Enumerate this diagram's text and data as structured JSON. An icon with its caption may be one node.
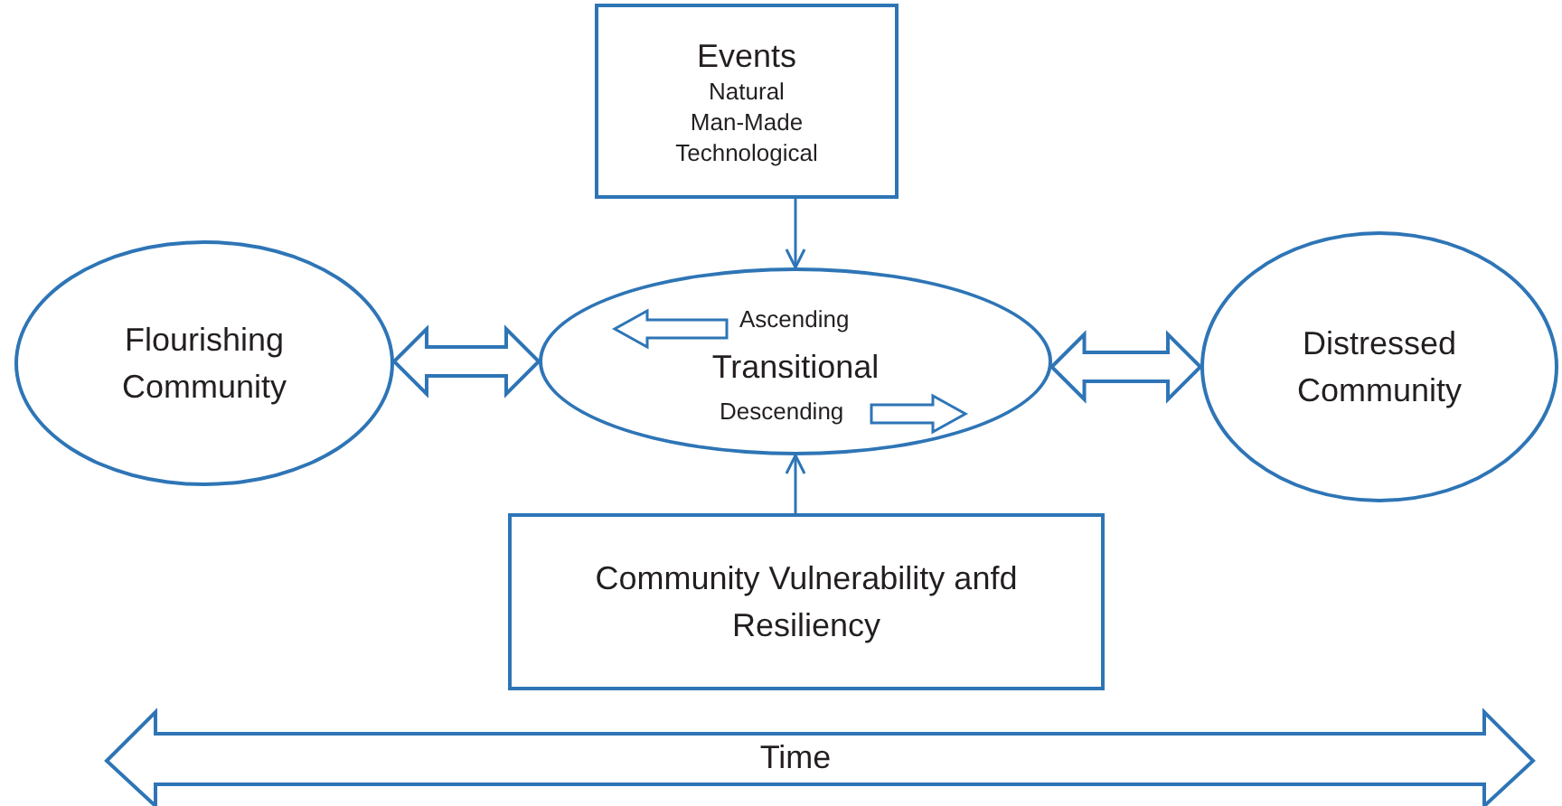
{
  "diagram": {
    "nodes": [
      {
        "text": [
          "Events",
          "Natural",
          "Man-Made",
          "Technological"
        ]
      },
      {
        "text": [
          "Flourishing Community"
        ]
      },
      {
        "text": [
          "Ascending",
          "Transitional",
          "Descending"
        ]
      },
      {
        "text": [
          "Distressed Community"
        ]
      },
      {
        "text": [
          "Community Vulnerability anfd Resiliency"
        ]
      }
    ],
    "edges": [
      {
        "from": 0,
        "to": 2,
        "arrow": "to"
      },
      {
        "from": 4,
        "to": 2,
        "arrow": "to"
      },
      {
        "from": 1,
        "to": 2,
        "arrow": "both",
        "style": "thick"
      },
      {
        "from": 2,
        "to": 3,
        "arrow": "both",
        "style": "thick"
      }
    ],
    "labels": [
      "Time"
    ]
  }
}
